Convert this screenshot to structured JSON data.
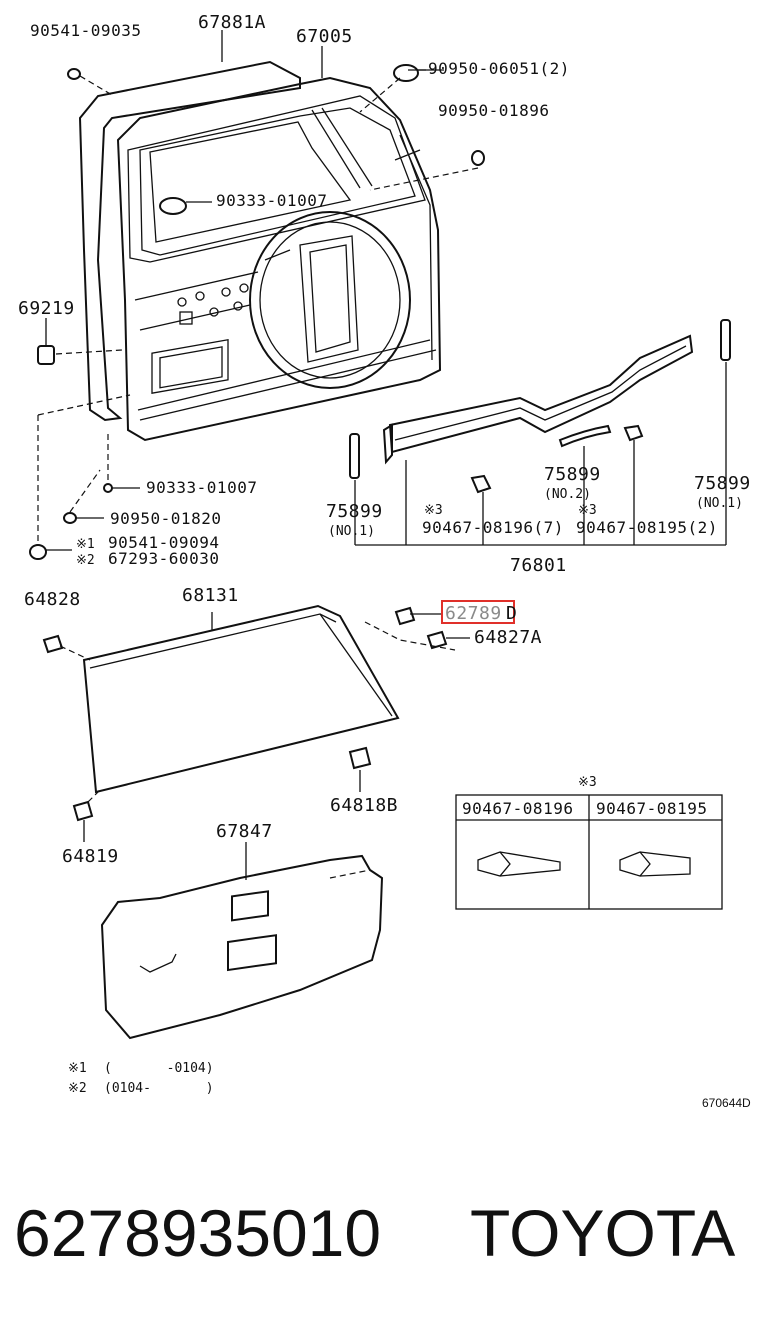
{
  "labels": {
    "p90541_09035": "90541-09035",
    "p67881A": "67881A",
    "p67005": "67005",
    "p90950_06051": "90950-06051(2)",
    "p90950_01896": "90950-01896",
    "p90333_01007_top": "90333-01007",
    "p69219": "69219",
    "p90333_01007_bot": "90333-01007",
    "p90950_01820": "90950-01820",
    "p90541_09094": "90541-09094",
    "p67293_60030": "67293-60030",
    "note_mark1": "※1",
    "note_mark2": "※2",
    "p75899_a": "75899",
    "p75899_a_no": "(NO.1)",
    "p75899_b": "75899",
    "p75899_b_no": "(NO.2)",
    "p75899_c": "75899",
    "p75899_c_no": "(NO.1)",
    "p90467_08196": "90467-08196(7)",
    "p90467_08195": "90467-08195(2)",
    "mark3_a": "※3",
    "mark3_b": "※3",
    "p76801": "76801",
    "p64828": "64828",
    "p68131": "68131",
    "p62789": "62789",
    "p62789_suffix": "D",
    "p64827A": "64827A",
    "p64818B": "64818B",
    "p64819": "64819",
    "p67847": "67847"
  },
  "inset": {
    "mark": "※3",
    "col1": "90467-08196",
    "col2": "90467-08195"
  },
  "notes": {
    "n1_mark": "※1",
    "n1_text": "(       -0104)",
    "n2_mark": "※2",
    "n2_text": "(0104-       )"
  },
  "figure_code": "670644D",
  "footer": {
    "part_number": "6278935010",
    "brand": "TOYOTA"
  },
  "colors": {
    "highlight": "#e0302a",
    "ink": "#111111"
  }
}
